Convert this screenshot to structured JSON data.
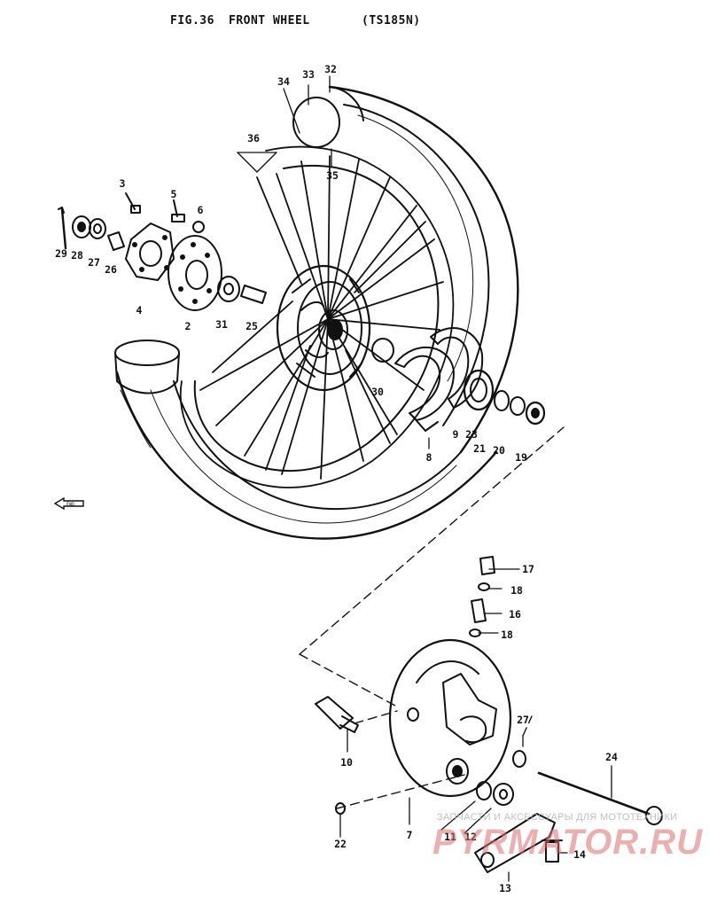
{
  "header": {
    "fig_label": "FIG.36",
    "title": "FRONT WHEEL",
    "model": "(TS185N)"
  },
  "callouts": [
    "34",
    "33",
    "32",
    "36",
    "35",
    "3",
    "5",
    "6",
    "29",
    "28",
    "27",
    "26",
    "4",
    "2",
    "31",
    "25",
    "30",
    "9",
    "8",
    "23",
    "21",
    "20",
    "19",
    "17",
    "18",
    "16",
    "18",
    "10",
    "27",
    "24",
    "7",
    "22",
    "11",
    "12",
    "13",
    "14"
  ],
  "direction_marker": "FWD",
  "watermark": {
    "caption": "ЗАПЧАСТИ И АКСЕССУАРЫ ДЛЯ МОТОТЕХНИКИ",
    "logo_text": "PYRMATOR.RU"
  },
  "colors": {
    "line": "#111111",
    "watermark": "#d96c6c"
  }
}
